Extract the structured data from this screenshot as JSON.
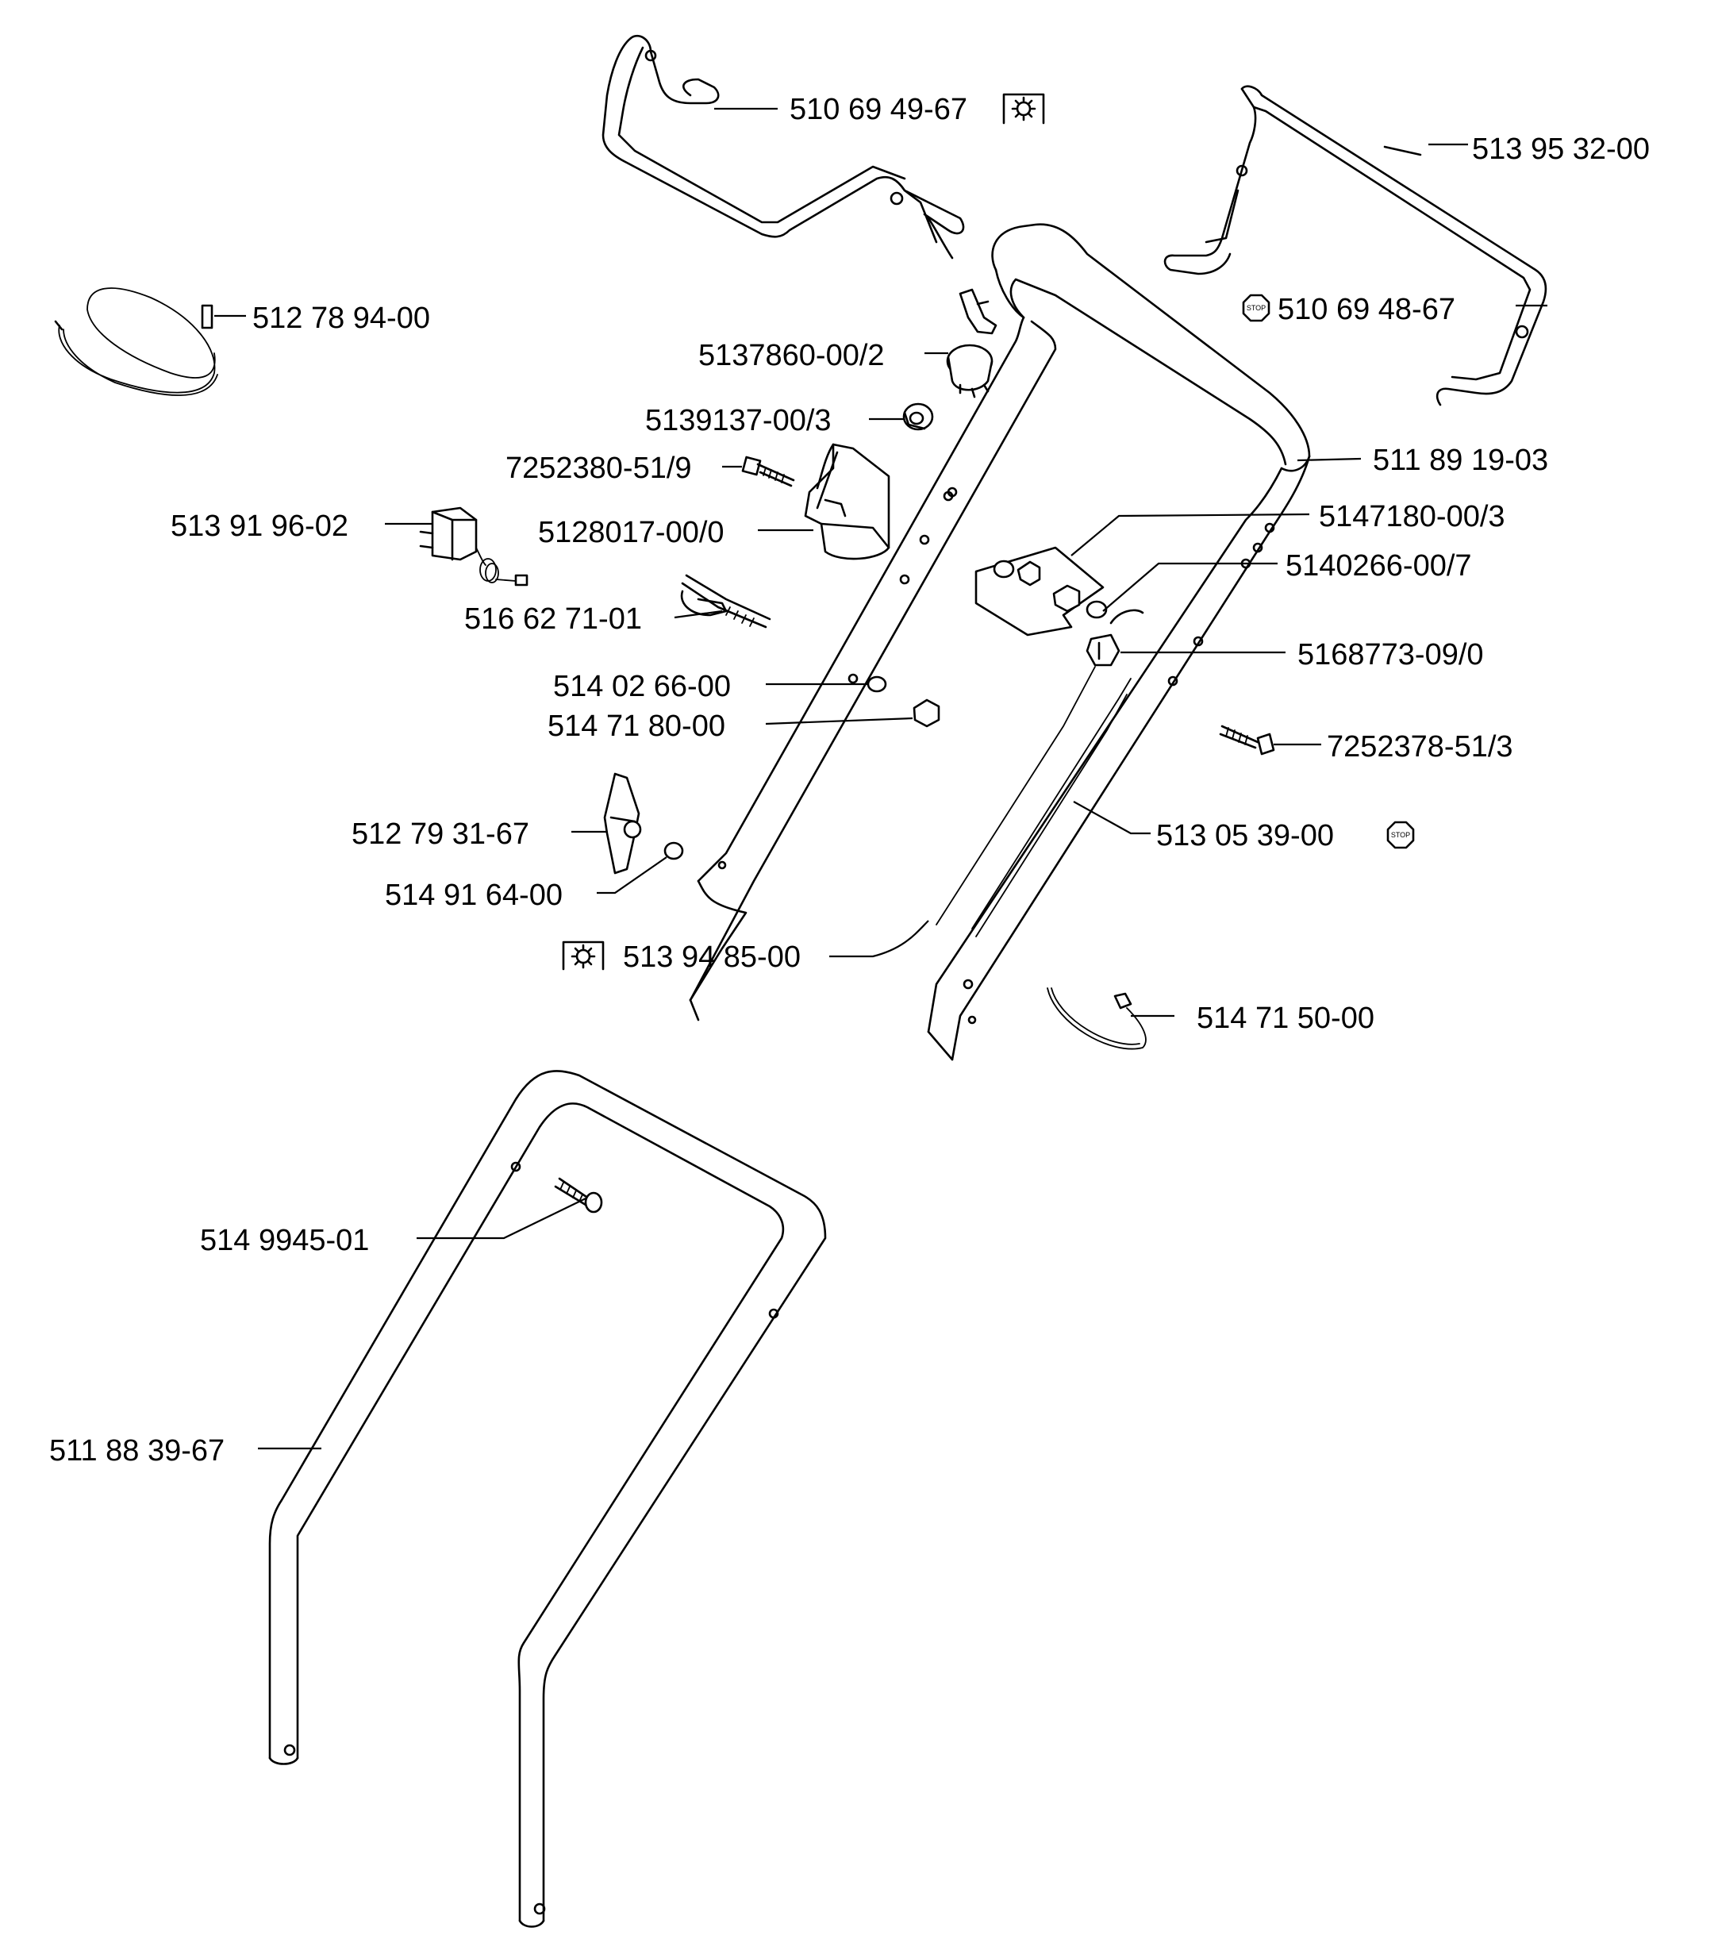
{
  "labels": {
    "grip_left": "510 69 49-67",
    "decal": "513 95 32-00",
    "cable_coil": "512 78 94-00",
    "grip_right": "510 69 48-67",
    "key_switch": "5137860-00/2",
    "bushing": "5139137-00/3",
    "upper_handle": "511 89 19-03",
    "bolt_1": "7252380-51/9",
    "charger": "513 91 96-02",
    "switch_housing": "5128017-00/0",
    "nut_kit": "5147180-00/3",
    "washer_1": "5140266-00/7",
    "pin": "516 62 71-01",
    "cable_clip": "5168773-09/0",
    "washer_2": "514 02 66-00",
    "nut": "514 71 80-00",
    "bolt_2": "7252378-51/3",
    "knob": "512 79 31-67",
    "cable": "513 05 39-00",
    "washer_3": "514 91 64-00",
    "handle_cable": "513 94 85-00",
    "tie": "514 71 50-00",
    "bolt_3": "514 9945-01",
    "lower_handle": "511 88 39-67"
  },
  "symbols": {
    "stop": "STOP",
    "kit_icon": "gear-icon"
  }
}
